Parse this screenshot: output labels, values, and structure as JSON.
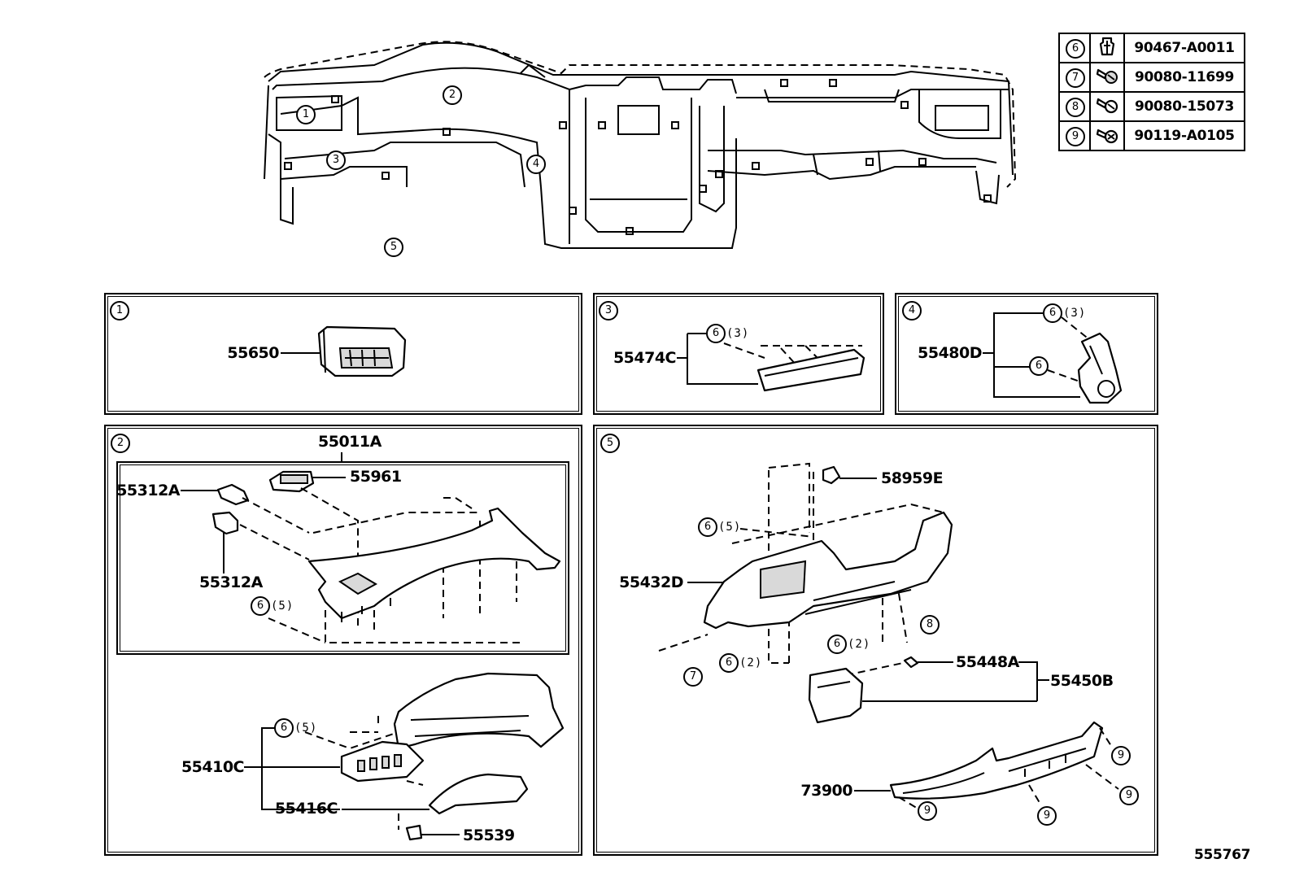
{
  "overview": {
    "callouts": [
      "1",
      "2",
      "3",
      "4",
      "5"
    ]
  },
  "fasteners": [
    {
      "no": "6",
      "icon": "clip-icon",
      "part": "90467-A0011"
    },
    {
      "no": "7",
      "icon": "screw-icon",
      "part": "90080-11699"
    },
    {
      "no": "8",
      "icon": "screw-icon",
      "part": "90080-15073"
    },
    {
      "no": "9",
      "icon": "screw-icon",
      "part": "90119-A0105"
    }
  ],
  "panel1": {
    "no": "1",
    "part": "55650"
  },
  "panel3": {
    "no": "3",
    "part": "55474C",
    "fastener": "6",
    "qty": "(3)"
  },
  "panel4": {
    "no": "4",
    "part": "55480D",
    "fastener_a": "6",
    "qty_a": "(3)",
    "fastener_b": "6"
  },
  "panel2": {
    "no": "2",
    "assembly": "55011A",
    "parts": {
      "vent_top": "55961",
      "cover_a": "55312A",
      "cover_b": "55312A",
      "cluster": "55410C",
      "hood": "55416C",
      "switch": "55539"
    },
    "fastener_upper": "6",
    "qty_upper": "(5)",
    "fastener_lower": "6",
    "qty_lower": "(5)"
  },
  "panel5": {
    "no": "5",
    "parts": {
      "stopper": "58959E",
      "box_door": "55432D",
      "damper": "55448A",
      "box": "55450B",
      "brace": "73900"
    },
    "callouts": {
      "f6a": "6",
      "q6a": "(5)",
      "f6b": "6",
      "q6b": "(2)",
      "f6c": "6",
      "q6c": "(2)",
      "f7": "7",
      "f8": "8",
      "f9a": "9",
      "f9b": "9",
      "f9c": "9",
      "f9d": "9"
    }
  },
  "ref_number": "555767"
}
